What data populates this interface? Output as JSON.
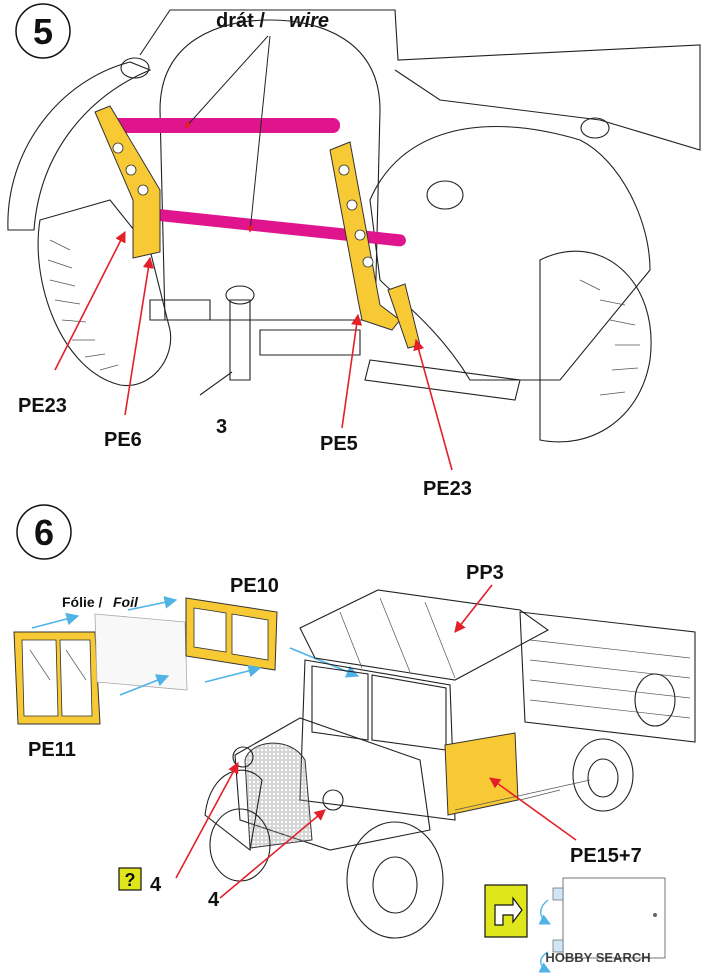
{
  "colors": {
    "wire": "#e0148c",
    "pe_part": "#f7c935",
    "pointer_red": "#e3202a",
    "arrow_blue": "#4fb3e6",
    "step_circle_fill": "#ffffff",
    "hint_icon_bg": "#dfe61c"
  },
  "step5": {
    "number": "5",
    "wire_label_cz": "drát /",
    "wire_label_en": "wire",
    "labels": {
      "pe23_left": "PE23",
      "pe6": "PE6",
      "part3": "3",
      "pe5": "PE5",
      "pe23_right": "PE23"
    }
  },
  "step6": {
    "number": "6",
    "foil_label_cz": "Fólie /",
    "foil_label_en": "Foil",
    "labels": {
      "pe10": "PE10",
      "pe11": "PE11",
      "pp3": "PP3",
      "pe15_7": "PE15+7",
      "part4_left": "4",
      "part4_bottom": "4"
    },
    "icons": {
      "question_icon": "question-mark-icon",
      "flip_icon": "flip-arrow-icon"
    }
  },
  "watermark": {
    "text": "HOBBY SEARCH"
  }
}
